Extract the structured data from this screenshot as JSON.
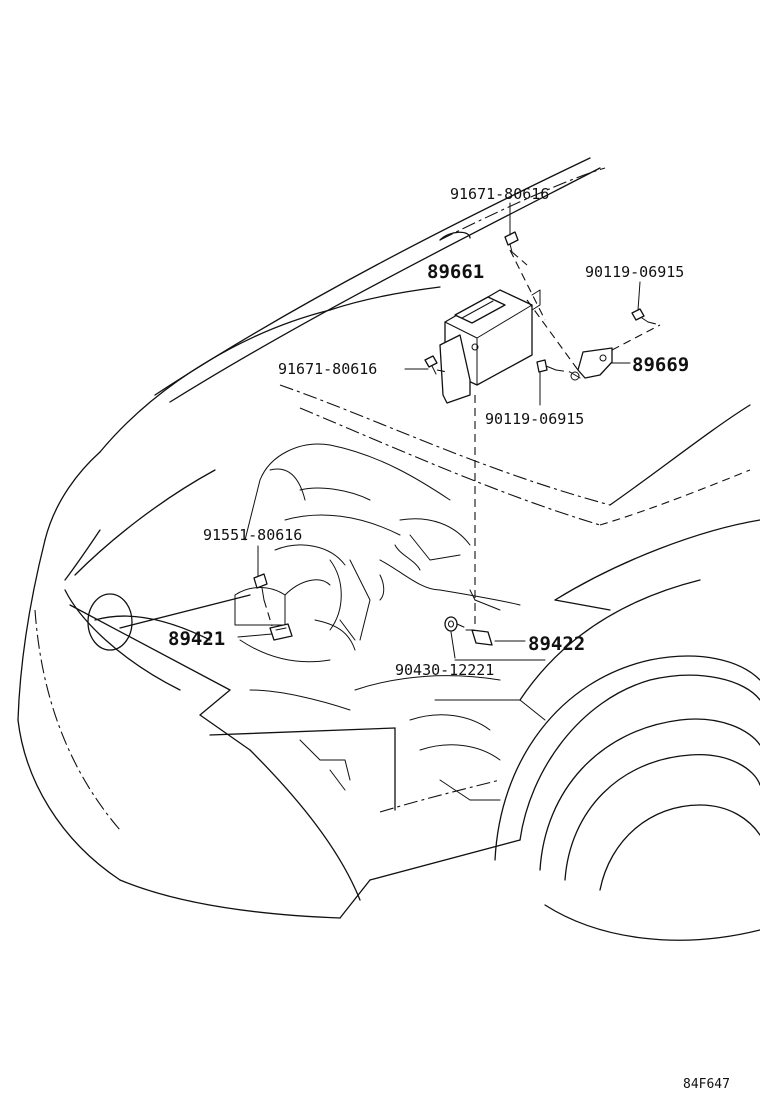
{
  "parts": {
    "bolt_top": "91671-80616",
    "ecu": "89661",
    "bolt_right_top": "90119-06915",
    "bracket": "89669",
    "bolt_left": "91671-80616",
    "bolt_right_bottom": "90119-06915",
    "bolt_knock": "91551-80616",
    "sensor_left": "89421",
    "sensor_right": "89422",
    "gasket": "90430-12221"
  },
  "figure_ref": "84F647"
}
